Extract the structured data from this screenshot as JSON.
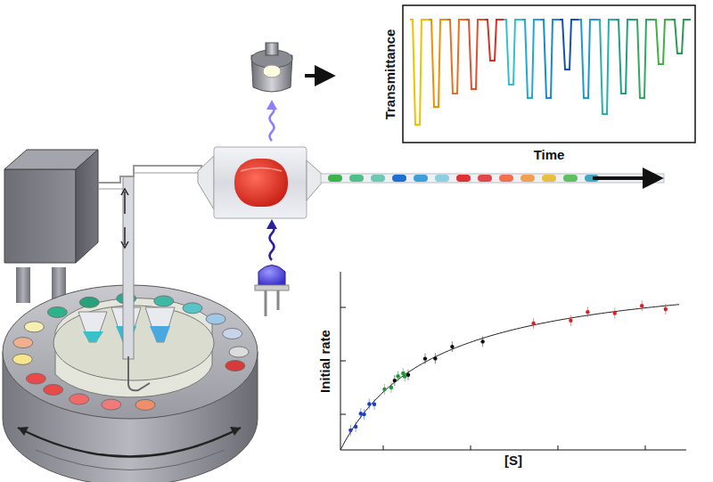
{
  "diagram": {
    "labels": [
      "Transmittance",
      "Time",
      "Initial rate",
      "[S]"
    ]
  }
}
